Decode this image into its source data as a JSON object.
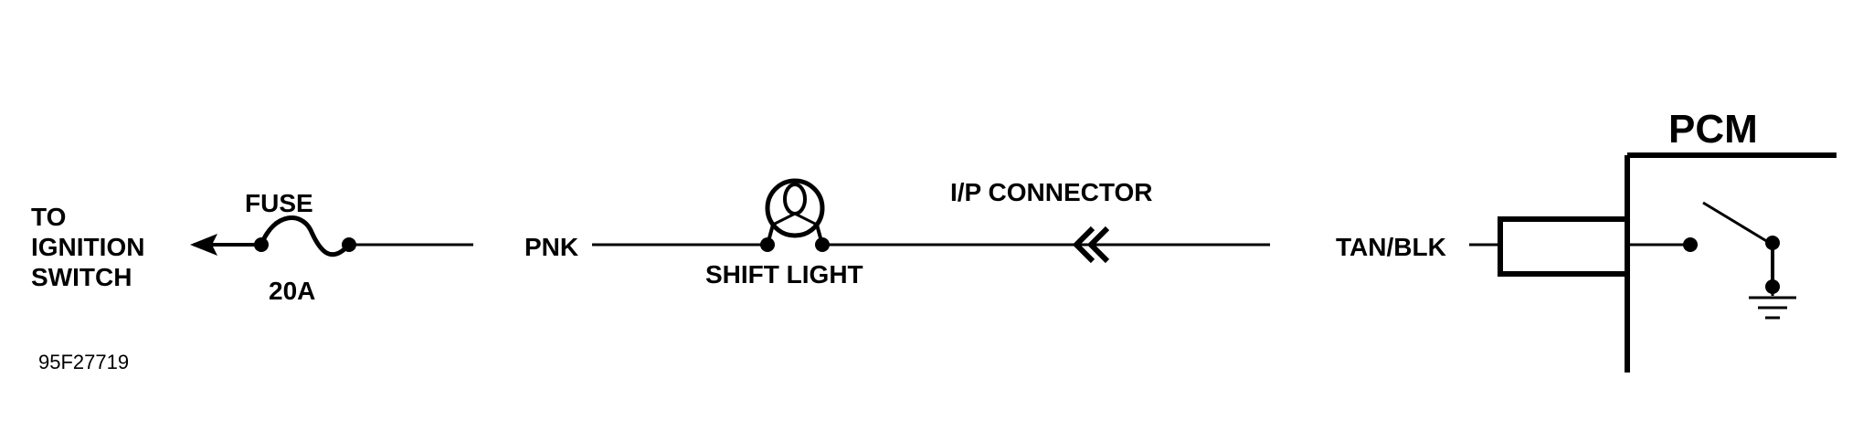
{
  "labels": {
    "to_ignition_line1": "TO",
    "to_ignition_line2": "IGNITION",
    "to_ignition_line3": "SWITCH",
    "fuse": "FUSE",
    "fuse_rating": "20A",
    "wire_pnk": "PNK",
    "shift_light": "SHIFT LIGHT",
    "ip_connector": "I/P CONNECTOR",
    "wire_tan_blk": "TAN/BLK",
    "pcm": "PCM",
    "figure_id": "95F27719"
  },
  "colors": {
    "line": "#000000",
    "background": "#ffffff"
  }
}
